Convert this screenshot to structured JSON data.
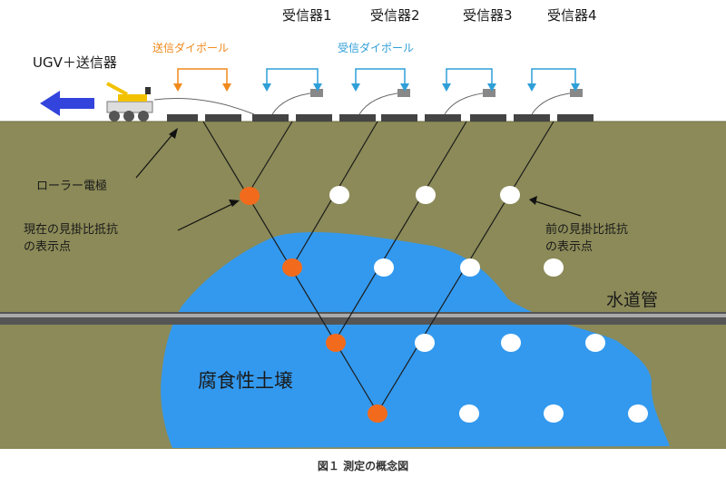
{
  "labels": {
    "ugv": "UGV＋送信器",
    "tx_dipole": "送信ダイポール",
    "rx_dipole": "受信ダイポール",
    "receivers": [
      "受信器1",
      "受信器2",
      "受信器3",
      "受信器4"
    ],
    "roller_electrode": "ローラー電極",
    "current_point": "現在の見掛比抵抗\nの表示点",
    "previous_point": "前の見掛比抵抗\nの表示点",
    "water_pipe": "水道管",
    "corrosive_soil": "腐食性土壌",
    "caption": "図１ 測定の概念図"
  },
  "colors": {
    "soil": "#8b8a58",
    "corrosive_soil": "#3399ee",
    "current_point": "#f26b1d",
    "previous_point": "#ffffff",
    "transmitter": "#f08a1c",
    "receiver": "#2f9fd8",
    "direction_arrow": "#3344dd"
  }
}
